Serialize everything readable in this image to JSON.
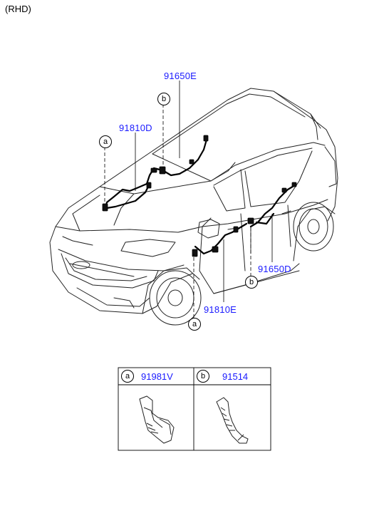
{
  "header": {
    "text": "(RHD)"
  },
  "callouts": {
    "part_91650E": "91650E",
    "part_91810D": "91810D",
    "part_91650D": "91650D",
    "part_91810E": "91810E",
    "marker_a": "a",
    "marker_b": "b"
  },
  "legend_table": {
    "cells": [
      {
        "marker": "a",
        "part": "91981V"
      },
      {
        "marker": "b",
        "part": "91514"
      }
    ]
  },
  "colors": {
    "part_number": "#1a1aff",
    "line": "#000000"
  }
}
